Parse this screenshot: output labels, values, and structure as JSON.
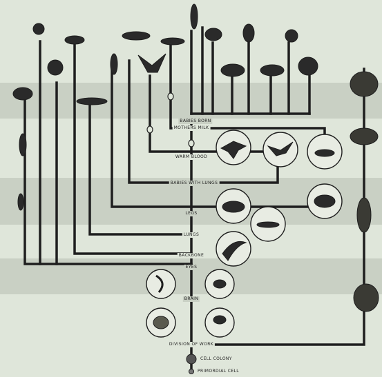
{
  "labels": {
    "babies_born": "BABIES BORN",
    "mothers_milk": "MOTHERS MILK",
    "warm_blood": "WARM BLOOD",
    "babies_with_lungs": "BABIES WITH LUNGS",
    "legs": "LEGS",
    "lungs": "LUNGS",
    "backbone": "BACKBONE",
    "eyes": "EYES",
    "brain": "BRAIN",
    "division_of_work": "DIVISION OF WORK",
    "cell_colony": "CELL COLONY",
    "primordial_cell": "PRIMORDIAL CELL"
  },
  "colors": {
    "background": "#dfe6da",
    "band": "#c9d0c4",
    "line": "#1e1e1e"
  }
}
